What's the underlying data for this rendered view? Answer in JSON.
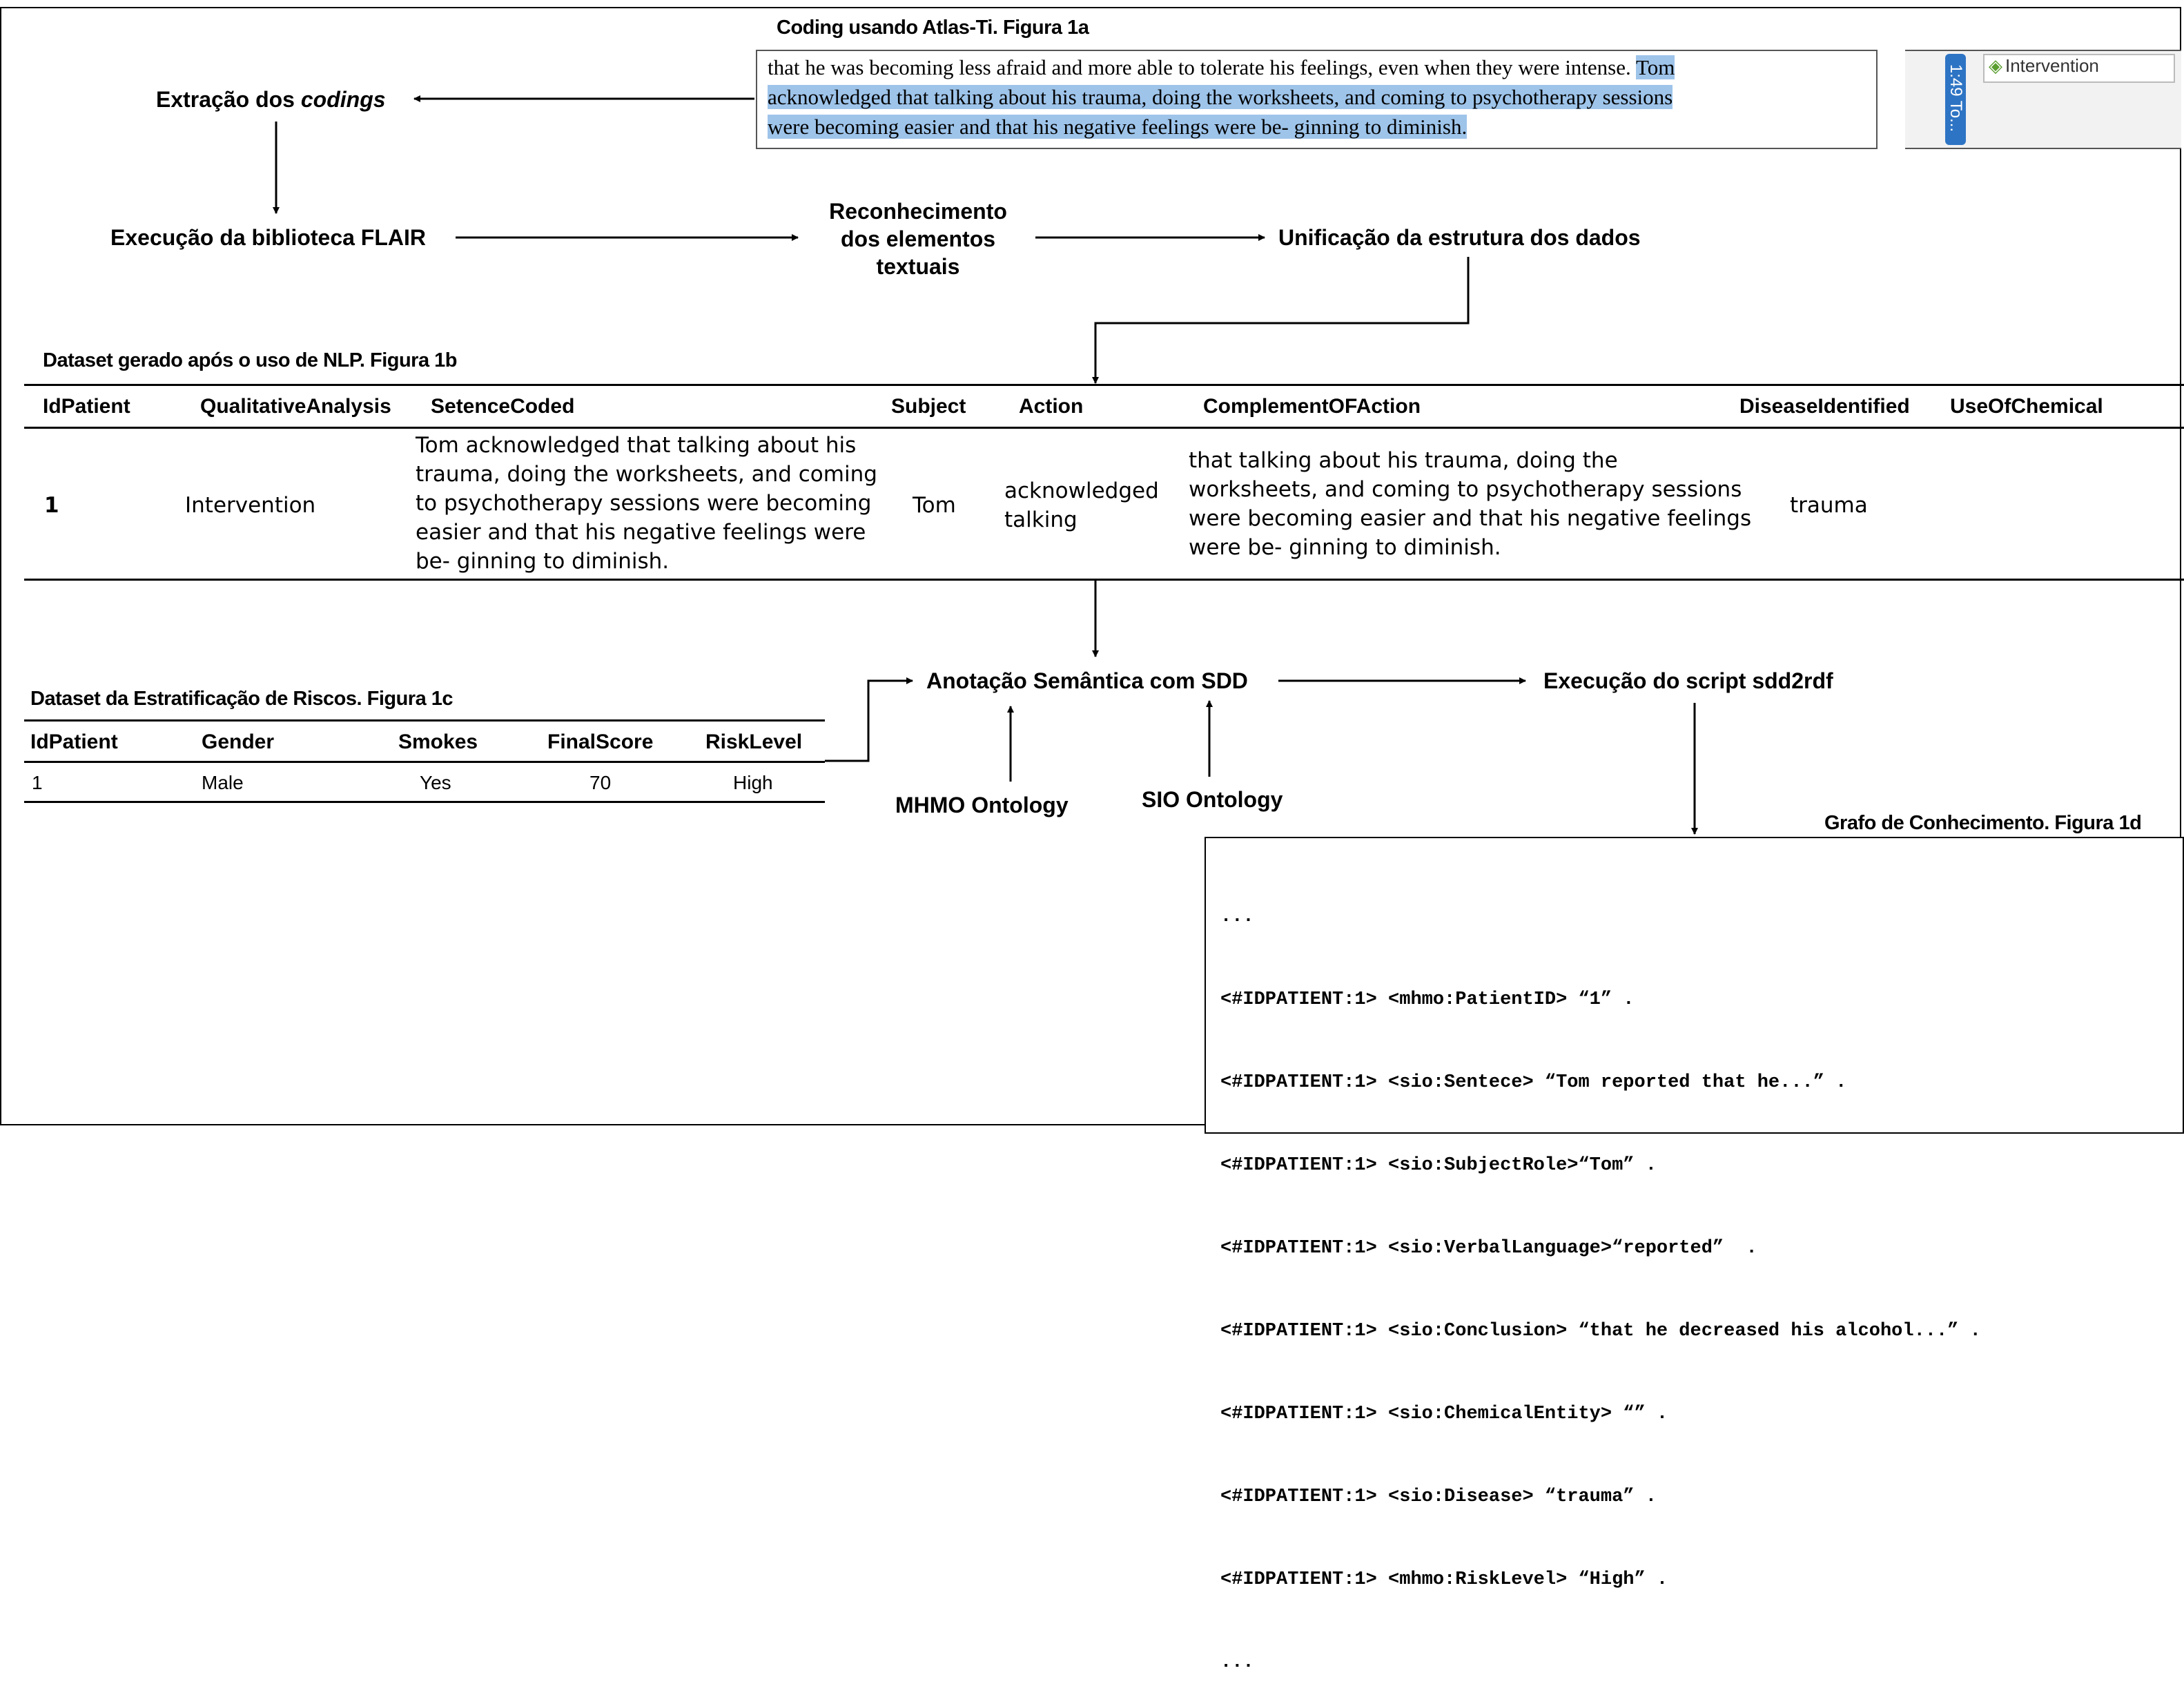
{
  "atlas": {
    "caption": "Coding usando Atlas-Ti. Figura 1a",
    "text_plain": "that he was becoming less afraid and more able to tolerate his feelings, even when they were intense. ",
    "text_highlight_1": "Tom",
    "text_highlight_2": "acknowledged that talking about his trauma, doing the worksheets, and coming to psychotherapy sessions",
    "text_highlight_3": "were becoming easier and that his negative feelings were be- ginning to diminish.",
    "time_label": "1:49 To...",
    "code_tag": "Intervention"
  },
  "flow": {
    "extracao_prefix": "Extração dos ",
    "extracao_em": "codings",
    "flair": "Execução da biblioteca FLAIR",
    "reconhecimento_1": "Reconhecimento",
    "reconhecimento_2": "dos elementos",
    "reconhecimento_3": "textuais",
    "unificacao": "Unificação da estrutura dos dados",
    "anotacao": "Anotação Semântica com SDD",
    "execucao_script": "Execução do script sdd2rdf",
    "mhmo": "MHMO Ontology",
    "sio": "SIO Ontology"
  },
  "nlp_table": {
    "caption": "Dataset gerado após o uso de NLP. Figura 1b",
    "headers": [
      "IdPatient",
      "QualitativeAnalysis",
      "SetenceCoded",
      "Subject",
      "Action",
      "ComplementOFAction",
      "DiseaseIdentified",
      "UseOfChemical"
    ],
    "row": {
      "id": "1",
      "qualitative": "Intervention",
      "sentence": [
        "Tom acknowledged that talking about his",
        "trauma, doing the worksheets, and coming",
        "to psychotherapy sessions were becoming",
        "easier and that his negative feelings were",
        "be- ginning to diminish."
      ],
      "subject": "Tom",
      "action": [
        "acknowledged",
        "talking"
      ],
      "complement": [
        "that talking about his trauma, doing the",
        "worksheets, and coming to psychotherapy sessions",
        "were becoming easier and that his negative feelings",
        "were be- ginning to diminish."
      ],
      "disease": "trauma",
      "chemical": ""
    }
  },
  "risk_table": {
    "caption": "Dataset da Estratificação de Riscos. Figura 1c",
    "headers": [
      "IdPatient",
      "Gender",
      "Smokes",
      "FinalScore",
      "RiskLevel"
    ],
    "row": [
      "1",
      "Male",
      "Yes",
      "70",
      "High"
    ]
  },
  "graph": {
    "caption": "Grafo de Conhecimento. Figura 1d",
    "lines": [
      "...",
      "<#IDPATIENT:1> <mhmo:PatientID> “1” .",
      "<#IDPATIENT:1> <sio:Sentece> “Tom reported that he...” .",
      "<#IDPATIENT:1> <sio:SubjectRole>“Tom” .",
      "<#IDPATIENT:1> <sio:VerbalLanguage>“reported”  .",
      "<#IDPATIENT:1> <sio:Conclusion> “that he decreased his alcohol...” .",
      "<#IDPATIENT:1> <sio:ChemicalEntity> “” .",
      "<#IDPATIENT:1> <sio:Disease> “trauma” .",
      "<#IDPATIENT:1> <mhmo:RiskLevel> “High” .",
      "..."
    ]
  }
}
